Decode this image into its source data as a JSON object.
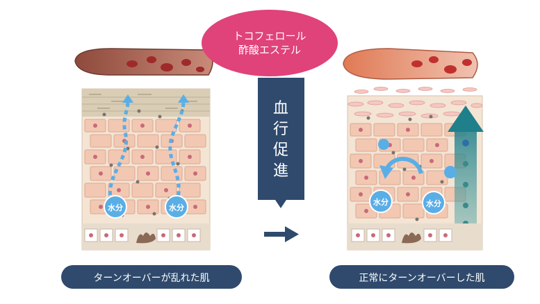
{
  "bubble": {
    "line1": "トコフェロール",
    "line2": "酢酸エステル",
    "color": "#e0427a"
  },
  "banner": {
    "chars": [
      "血",
      "行",
      "促",
      "進"
    ],
    "color": "#2f4a6d"
  },
  "left_panel": {
    "caption": "ターンオーバーが乱れた肌",
    "water_labels": [
      "水分",
      "水分"
    ]
  },
  "right_panel": {
    "caption": "正常にターンオーバーした肌",
    "water_labels": [
      "水分",
      "水分"
    ]
  },
  "colors": {
    "caption_bg": "#2f4a6d",
    "water": "#5aaee6",
    "arrow": "#2f4a6d"
  }
}
